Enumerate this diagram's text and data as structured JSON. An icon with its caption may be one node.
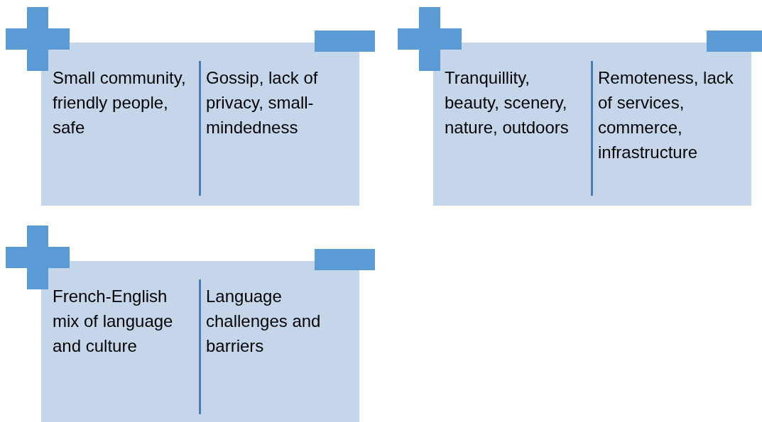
{
  "diagram": {
    "nodes": [
      {
        "text": [
          "Small community, friendly people, safe",
          "Gossip, lack of privacy, small-mindedness"
        ]
      },
      {
        "text": [
          "Tranquillity, beauty, scenery, nature, outdoors",
          "Remoteness, lack of services, commerce, infrastructure"
        ]
      },
      {
        "text": [
          "French-English mix of language and culture",
          "Language challenges and barriers"
        ]
      }
    ]
  }
}
